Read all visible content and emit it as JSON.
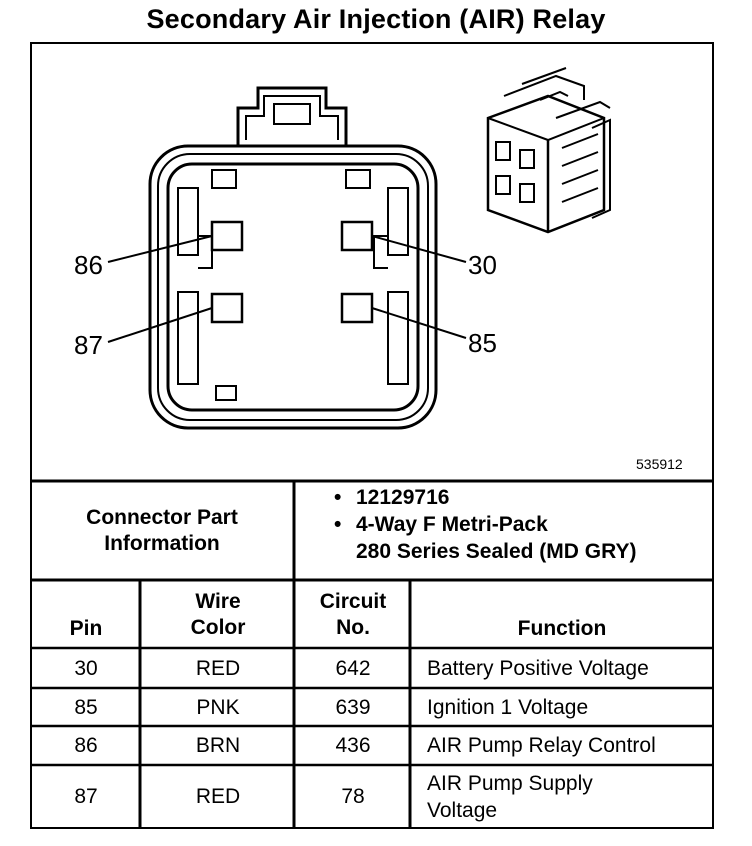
{
  "title": "Secondary Air Injection (AIR) Relay",
  "figure_ref": "535912",
  "pin_labels": [
    "86",
    "30",
    "87",
    "85"
  ],
  "connector_part": {
    "label_line1": "Connector Part",
    "label_line2": "Information",
    "items": [
      "12129716",
      "4-Way F Metri-Pack\n280 Series Sealed (MD GRY)"
    ],
    "bullet": "•"
  },
  "table": {
    "headers": {
      "pin": "Pin",
      "wire_color_1": "Wire",
      "wire_color_2": "Color",
      "circuit_1": "Circuit",
      "circuit_2": "No.",
      "function": "Function"
    },
    "rows": [
      {
        "pin": "30",
        "color": "RED",
        "circuit": "642",
        "function": "Battery Positive Voltage"
      },
      {
        "pin": "85",
        "color": "PNK",
        "circuit": "639",
        "function": "Ignition 1 Voltage"
      },
      {
        "pin": "86",
        "color": "BRN",
        "circuit": "436",
        "function": "AIR Pump Relay Control"
      },
      {
        "pin": "87",
        "color": "RED",
        "circuit": "78",
        "function": "AIR Pump Supply\nVoltage"
      }
    ]
  }
}
